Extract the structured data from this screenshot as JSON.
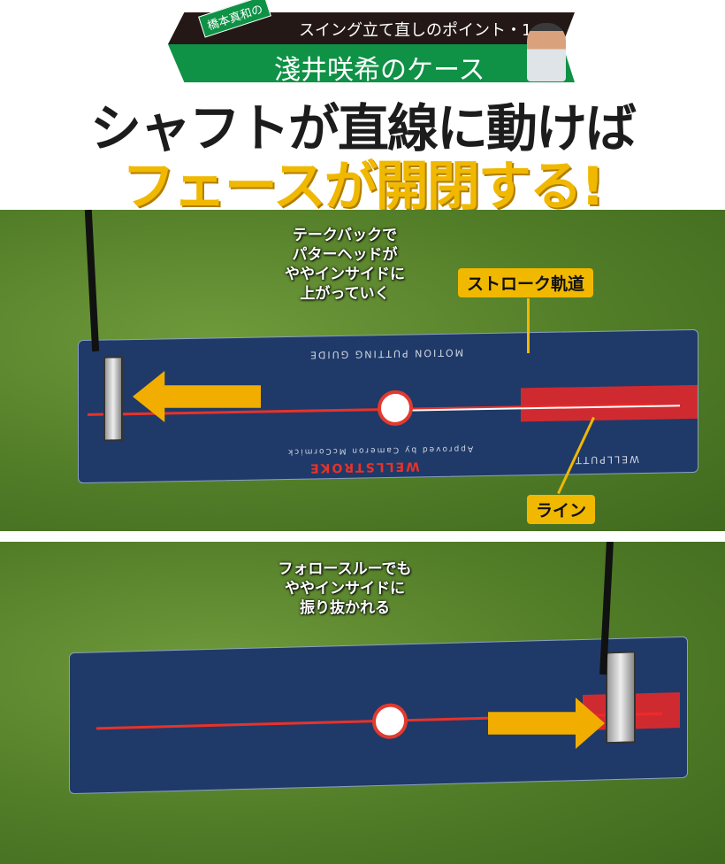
{
  "header": {
    "tag": "橋本真和の",
    "series": "スイング立て直しのポイント・1",
    "case": "淺井咲希のケース",
    "headline_1": "シャフトが直線に動けば",
    "headline_2": "フェースが開閉する!"
  },
  "photo_1": {
    "caption": [
      "テークバックで",
      "パターヘッドが",
      "ややインサイドに",
      "上がっていく"
    ],
    "label_stroke": "ストローク軌道",
    "label_line": "ライン",
    "mat_text": {
      "title": "MOTION PUTTING GUIDE",
      "approved": "Approved by Cameron McCormick",
      "brand": "WELLSTROKE",
      "logo": "WELLPUTT"
    }
  },
  "photo_2": {
    "caption": [
      "フォロースルーでも",
      "ややインサイドに",
      "振り抜かれる"
    ]
  },
  "colors": {
    "accent_yellow": "#f1b800",
    "green": "#0f9146",
    "dark": "#231815",
    "red": "#e8322a"
  }
}
